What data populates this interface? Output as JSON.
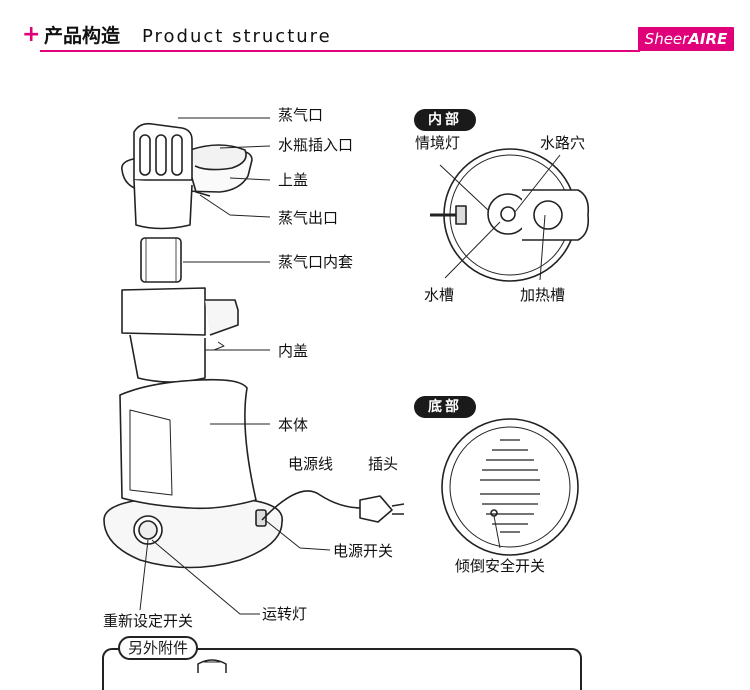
{
  "header": {
    "plus": "+",
    "title_cn": "产品构造",
    "title_en": "Product structure",
    "brand_prefix": "Sheer",
    "brand_suffix": "AIRE",
    "accent_color": "#e0007a"
  },
  "main_labels": {
    "steam_mouth": "蒸气口",
    "bottle_inlet": "水瓶插入口",
    "top_cover": "上盖",
    "steam_outlet": "蒸气出口",
    "steam_inner_sleeve": "蒸气口内套",
    "inner_cover": "内盖",
    "body": "本体",
    "power_cord": "电源线",
    "plug": "插头",
    "power_switch": "电源开关",
    "reset_switch": "重新设定开关",
    "run_light": "运转灯"
  },
  "interior": {
    "badge": "内部",
    "ambient_light": "情境灯",
    "water_hole": "水路穴",
    "water_tank": "水槽",
    "heating_tank": "加热槽"
  },
  "bottom": {
    "badge": "底部",
    "tilt_switch": "倾倒安全开关"
  },
  "accessories": {
    "label": "另外附件"
  }
}
